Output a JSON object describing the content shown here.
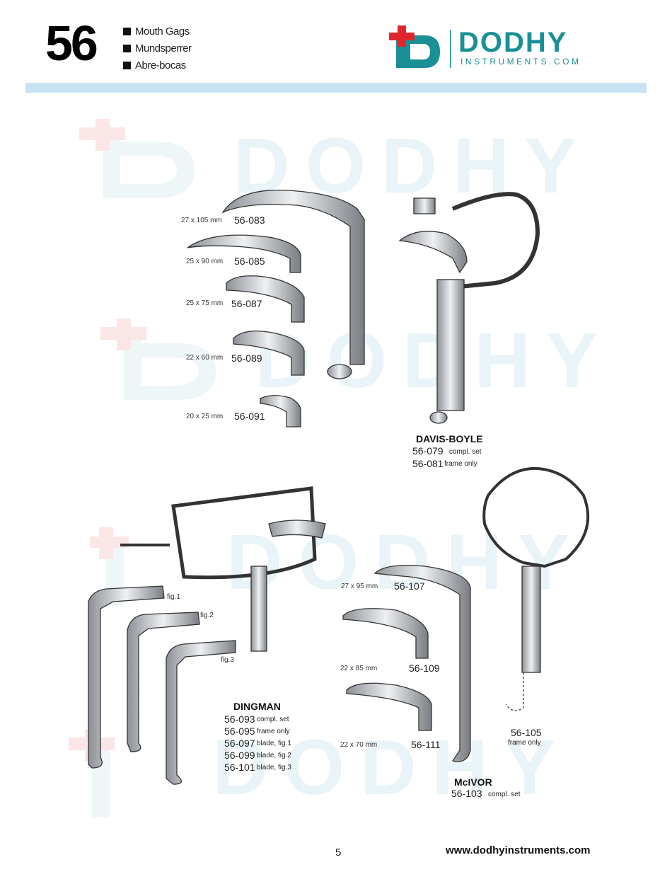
{
  "header": {
    "chapter": "56",
    "categories": [
      "Mouth Gags",
      "Mundsperrer",
      "Abre-bocas"
    ]
  },
  "logo": {
    "name": "DODHY",
    "sub": "INSTRUMENTS.COM"
  },
  "watermark": "DODHY",
  "blades_top": [
    {
      "size": "27 x 105 mm",
      "code": "56-083"
    },
    {
      "size": "25 x 90 mm",
      "code": "56-085"
    },
    {
      "size": "25 x 75 mm",
      "code": "56-087"
    },
    {
      "size": "22 x 60 mm",
      "code": "56-089"
    },
    {
      "size": "20 x 25 mm",
      "code": "56-091"
    }
  ],
  "davis_boyle": {
    "title": "DAVIS-BOYLE",
    "items": [
      {
        "code": "56-079",
        "note": "compl. set"
      },
      {
        "code": "56-081",
        "note": "frame only"
      }
    ]
  },
  "dingman": {
    "title": "DINGMAN",
    "figs": [
      "fig.1",
      "fig.2",
      "fig.3"
    ],
    "items": [
      {
        "code": "56-093",
        "note": "compl. set"
      },
      {
        "code": "56-095",
        "note": "frame only"
      },
      {
        "code": "56-097",
        "note": "blade, fig.1"
      },
      {
        "code": "56-099",
        "note": "blade, fig.2"
      },
      {
        "code": "56-101",
        "note": "blade, fig.3"
      }
    ]
  },
  "mcivor_blades": [
    {
      "size": "27 x 95 mm",
      "code": "56-107"
    },
    {
      "size": "22 x 85 mm",
      "code": "56-109"
    },
    {
      "size": "22 x 70 mm",
      "code": "56-111"
    }
  ],
  "mcivor": {
    "title": "McIVOR",
    "items": [
      {
        "code": "56-103",
        "note": "compl. set"
      }
    ],
    "frame": {
      "code": "56-105",
      "note": "frame only"
    }
  },
  "footer": {
    "page": "5",
    "url": "www.dodhyinstruments.com"
  },
  "colors": {
    "brand": "#1b8f96",
    "cross": "#e0262c",
    "band": "#c9e2f4"
  }
}
